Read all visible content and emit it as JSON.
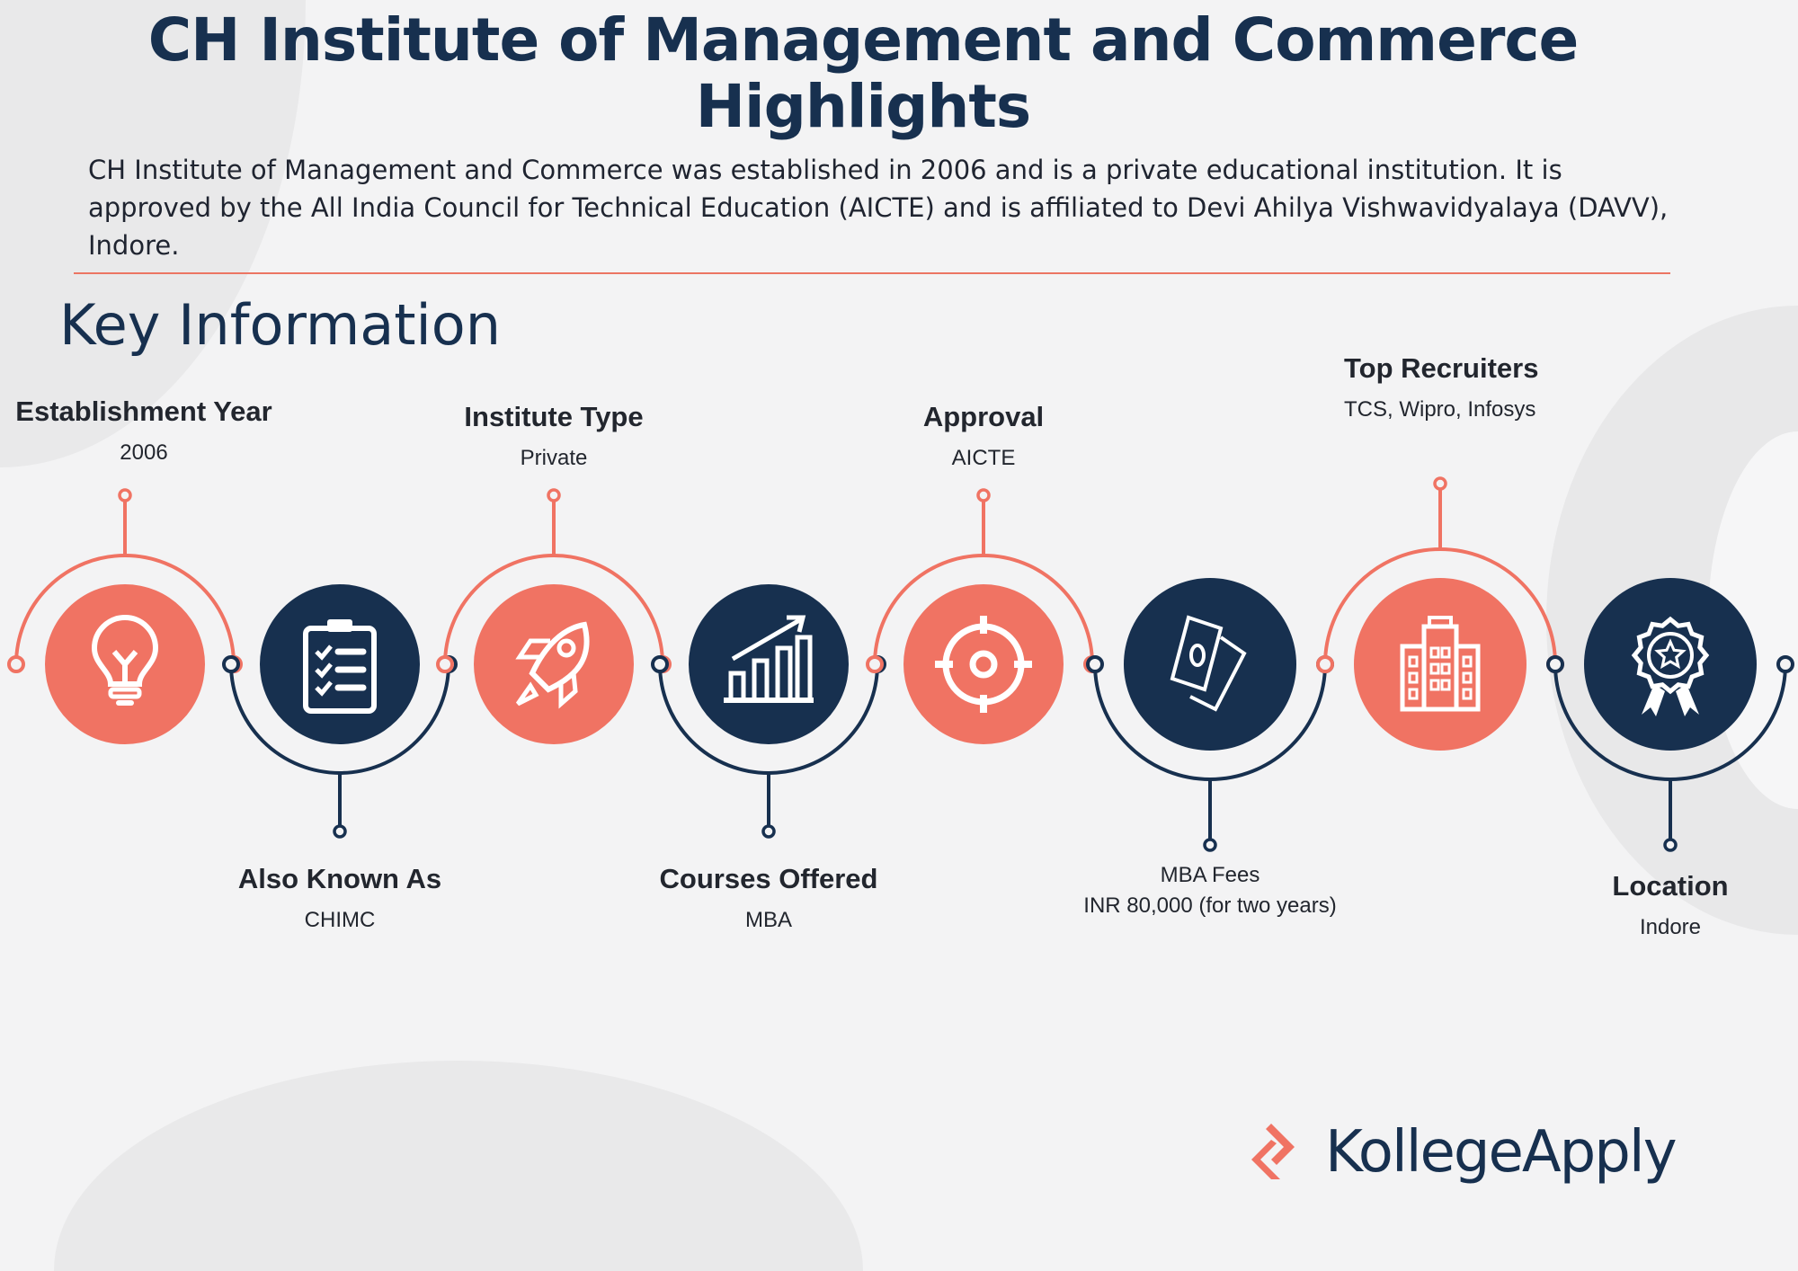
{
  "title": "CH Institute of Management and Commerce Highlights",
  "intro": "CH Institute of Management and Commerce was established in 2006 and is a private educational institution. It is approved by the All India Council for Technical Education (AICTE) and is affiliated to Devi Ahilya Vishwavidyalaya (DAVV), Indore.",
  "section_title": "Key Information",
  "colors": {
    "accent": "#f07363",
    "navy": "#17304f",
    "rule": "#ec7563"
  },
  "items": [
    {
      "heading": "Establishment Year",
      "value": "2006",
      "icon": "lightbulb-icon",
      "color": "accent"
    },
    {
      "heading": "Also Known As",
      "value": "CHIMC",
      "icon": "checklist-icon",
      "color": "navy"
    },
    {
      "heading": "Institute Type",
      "value": "Private",
      "icon": "rocket-icon",
      "color": "accent"
    },
    {
      "heading": "Courses Offered",
      "value": "MBA",
      "icon": "growth-chart-icon",
      "color": "navy"
    },
    {
      "heading": "Approval",
      "value": "AICTE",
      "icon": "target-icon",
      "color": "accent"
    },
    {
      "heading": "MBA Fees",
      "value": "INR 80,000 (for two years)",
      "icon": "money-icon",
      "color": "navy"
    },
    {
      "heading": "Top Recruiters",
      "value": "TCS, Wipro, Infosys",
      "icon": "building-icon",
      "color": "accent"
    },
    {
      "heading": "Location",
      "value": "Indore",
      "icon": "award-badge-icon",
      "color": "navy"
    }
  ],
  "logo": {
    "text": "KollegeApply"
  }
}
